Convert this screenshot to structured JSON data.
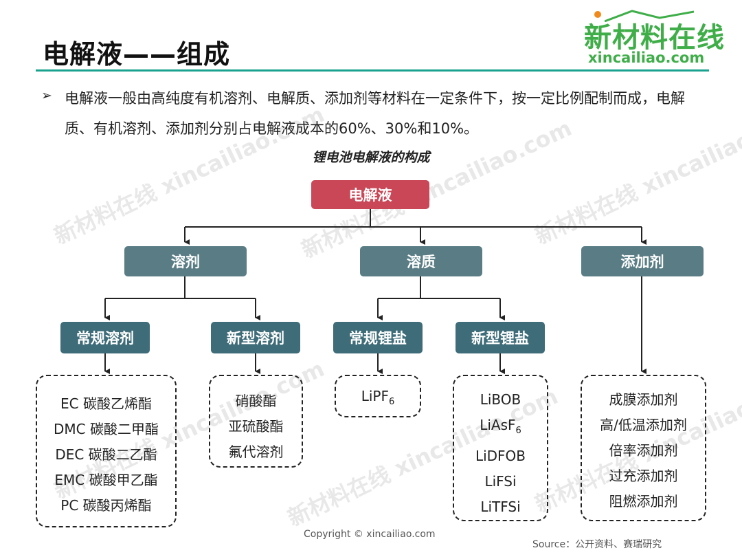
{
  "title": "电解液——组成",
  "logo": {
    "cn": "新材料在线",
    "en": "xincailiao.com"
  },
  "bullet_mark": "➢",
  "intro": "电解液一般由高纯度有机溶剂、电解质、添加剂等材料在一定条件下，按一定比例配制而成，电解质、有机溶剂、添加剂分别占电解液成本的60%、30%和10%。",
  "diagram": {
    "title": "锂电池电解液的构成",
    "root": "电解液",
    "level1": [
      "溶剂",
      "溶质",
      "添加剂"
    ],
    "level2": [
      "常规溶剂",
      "新型溶剂",
      "常规锂盐",
      "新型锂盐"
    ],
    "lists": {
      "conventional_solvents": [
        "EC  碳酸乙烯酯",
        "DMC 碳酸二甲酯",
        "DEC  碳酸二乙酯",
        "EMC 碳酸甲乙酯",
        "PC  碳酸丙烯酯"
      ],
      "new_solvents": [
        "硝酸酯",
        "亚硫酸酯",
        "氟代溶剂"
      ],
      "conventional_salts": [
        "LiPF6"
      ],
      "new_salts": [
        "LiBOB",
        "LiAsF6",
        "LiDFOB",
        "LiFSi",
        "LiTFSi"
      ],
      "additives": [
        "成膜添加剂",
        "高/低温添加剂",
        "倍率添加剂",
        "过充添加剂",
        "阻燃添加剂"
      ]
    }
  },
  "watermark": {
    "cn": "新材料在线",
    "en": "xincailiao.com"
  },
  "copyright": "Copyright © xincailiao.com",
  "source": "Source：公开资料、赛瑞研究",
  "colors": {
    "root": "#c94757",
    "level1": "#5a7d85",
    "level2": "#3e6c79",
    "accent": "#1aa28f",
    "logo": "#3fae49"
  }
}
